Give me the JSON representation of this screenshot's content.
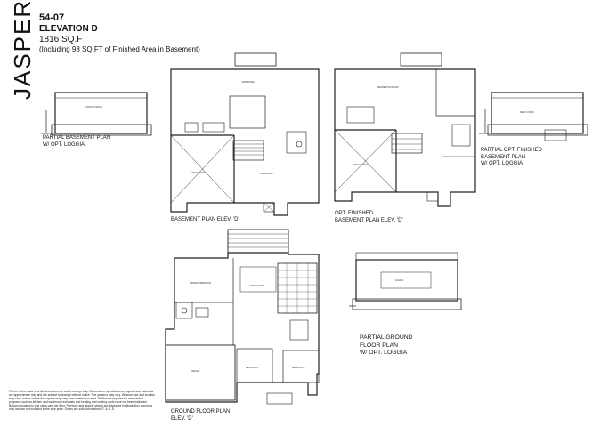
{
  "header": {
    "model_name": "JASPER",
    "model_code": "54-07",
    "elevation": "ELEVATION D",
    "area": "1816 SQ.FT",
    "area_note": "(Including 98 SQ.FT of Finished Area in Basement)"
  },
  "plans": {
    "partial_basement": "PARTIAL BASEMENT PLAN\nW/ OPT. LOGGIA",
    "basement": "BASEMENT PLAN ELEV. 'D'",
    "opt_finished_basement": "OPT. FINISHED\nBASEMENT PLAN ELEV. 'D'",
    "partial_opt_finished": "PARTIAL OPT. FINISHED\nBASEMENT PLAN\nW/ OPT. LOGGIA",
    "partial_ground": "PARTIAL GROUND\nFLOOR PLAN\nW/ OPT. LOGGIA",
    "ground_floor": "GROUND FLOOR PLAN\nELEV. 'D'"
  },
  "disclaimer": "Plan is not to scale and all illustrations are artist concept only. Dimensions, specifications, layouts and materials are approximate only and are subject to change without notice. The patterns may vary. Window size and location may vary. Actual usable floor space may vary from stated floor area. Bulkheads required for mechanical purposes such as kitchen and washroom exhausts and heating and cooling ducts have not been indicated. Balcony location(s) and sizes vary per floor. Furniture and islands shown are displayed for illustration purposes only and are not included in the sale price. Suites are sold unfurnished. E. & O. E."
}
